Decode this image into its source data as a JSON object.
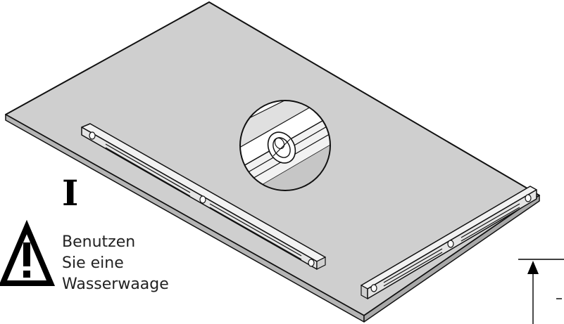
{
  "step": {
    "numeral": "I"
  },
  "instruction": {
    "lines": [
      "Benutzen",
      "Sie eine",
      "Wasserwaage"
    ]
  },
  "icons": {
    "warning": "warning-triangle-icon",
    "spirit_level": "spirit-level-icon",
    "magnifier": "magnifier-detail-icon",
    "height_arrow": "arrow-up-icon"
  },
  "colors": {
    "panel_top": "#cfcfcf",
    "panel_edge": "#b5b5b5",
    "level_body": "#f2f2f2",
    "line": "#111111"
  }
}
